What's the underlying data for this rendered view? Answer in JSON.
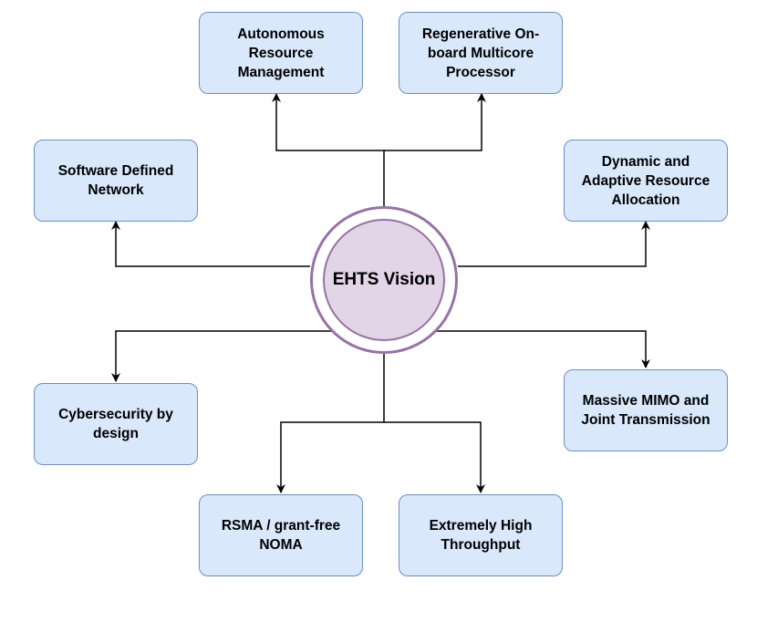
{
  "hub": {
    "label": "EHTS Vision"
  },
  "nodes": {
    "autonomous": "Autonomous Resource Management",
    "regenerative": "Regenerative On-board Multicore Processor",
    "sdn": "Software Defined Network",
    "dynamic": "Dynamic and Adaptive Resource Allocation",
    "cyber": "Cybersecurity by design",
    "mimo": "Massive MIMO and Joint Transmission",
    "rsma": "RSMA / grant-free NOMA",
    "throughput": "Extremely High Throughput"
  },
  "colors": {
    "box_fill": "#dae8fc",
    "box_stroke": "#6c8ebf",
    "hub_fill": "#e1d5e7",
    "hub_stroke": "#9673a6",
    "connector": "#000000"
  }
}
